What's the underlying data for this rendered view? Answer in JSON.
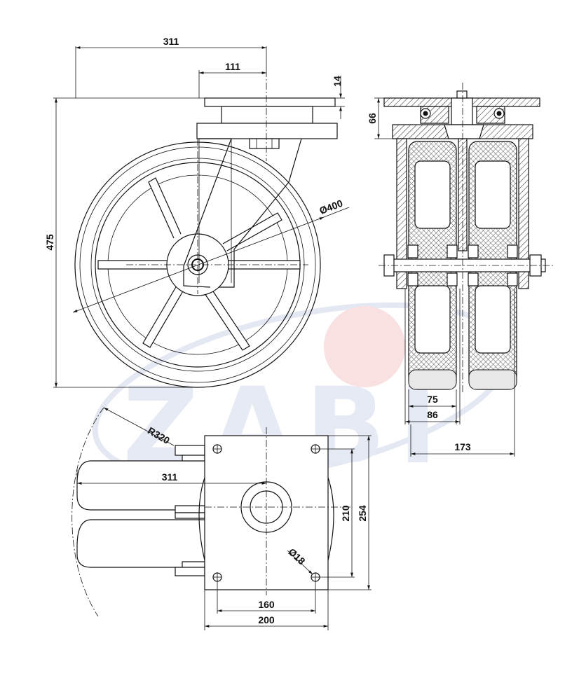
{
  "watermark": {
    "text": "ZABI",
    "color": "#cfd6ea",
    "accent": "#f2b3b3"
  },
  "side_view": {
    "dim_overall_width": "311",
    "dim_offset": "111",
    "dim_plate": "14",
    "dim_height": "475",
    "dim_wheel_dia": "Ø400"
  },
  "section_view": {
    "dim_top": "66",
    "dim_tread": "75",
    "dim_hub": "86",
    "dim_width": "173"
  },
  "top_view": {
    "dim_radius": "R320",
    "dim_width": "311",
    "dim_hole_spacing_v": "210",
    "dim_plate_v": "254",
    "dim_hole_dia": "Ø18",
    "dim_hole_spacing_h": "160",
    "dim_plate_h": "200"
  }
}
